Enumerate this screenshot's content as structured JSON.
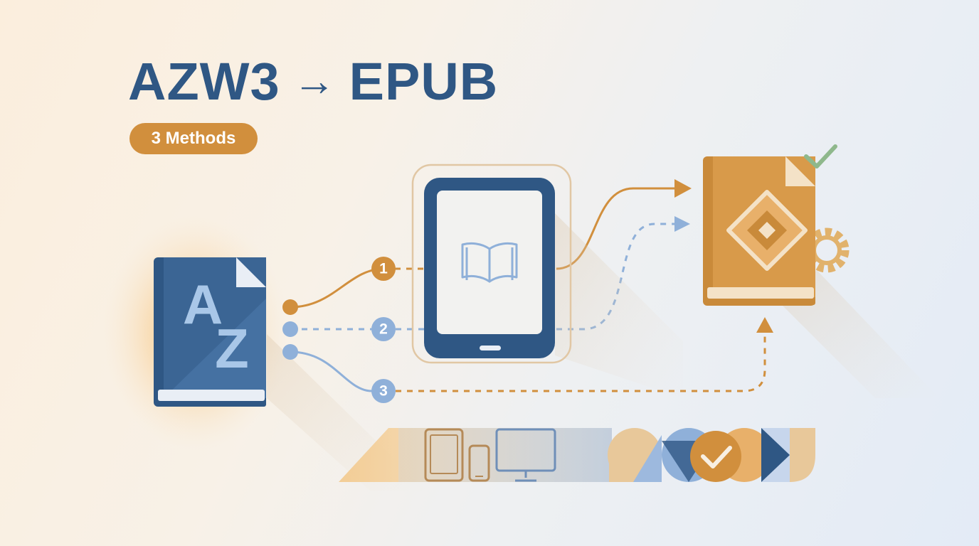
{
  "title": {
    "from": "AZW3",
    "arrow": "→",
    "to": "EPUB"
  },
  "badge": "3 Methods",
  "source_book": {
    "letter_top": "A",
    "letter_bottom": "Z",
    "icon": "azw3-book-icon"
  },
  "target_book": {
    "icon": "epub-book-icon"
  },
  "device": {
    "icon": "ereader-tablet-icon"
  },
  "steps": [
    "1",
    "2",
    "3"
  ],
  "colors": {
    "primary_blue": "#2f5784",
    "accent_orange": "#d18f3d",
    "light_blue": "#8fb0d9",
    "check_green": "#8fb88c"
  },
  "footer_icons": [
    "tablet-icon",
    "phone-icon",
    "monitor-icon",
    "check-circle-icon"
  ]
}
